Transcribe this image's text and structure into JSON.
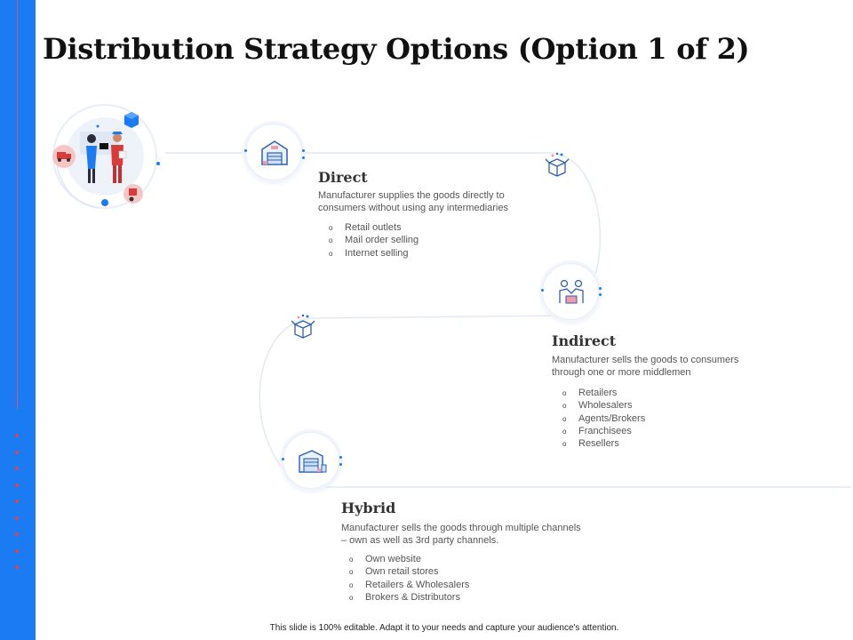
{
  "slide": {
    "title": "Distribution Strategy Options (Option 1 of 2)",
    "accent_color": "#1a7bf2",
    "footer": "This slide is 100% editable. Adapt it to your needs and capture your audience's attention."
  },
  "direct": {
    "heading": "Direct",
    "description": [
      "Manufacturer supplies the goods directly to",
      "consumers without using any intermediaries"
    ],
    "bullets": [
      "Retail outlets",
      "Mail order selling",
      "Internet selling"
    ],
    "icon": "warehouse-icon"
  },
  "indirect": {
    "heading": "Indirect",
    "description": [
      "Manufacturer sells the goods to consumers",
      "through one or more middlemen"
    ],
    "bullets": [
      "Retailers",
      "Wholesalers",
      "Agents/Brokers",
      "Franchisees",
      "Resellers"
    ],
    "icon": "handshake-deal-icon"
  },
  "hybrid": {
    "heading": "Hybrid",
    "description": [
      "Manufacturer sells the goods through multiple channels",
      "– own as well as 3rd party channels."
    ],
    "bullets": [
      "Own website",
      "Own retail stores",
      "Retailers & Wholesalers",
      "Brokers & Distributors"
    ],
    "icon": "factory-icon"
  }
}
